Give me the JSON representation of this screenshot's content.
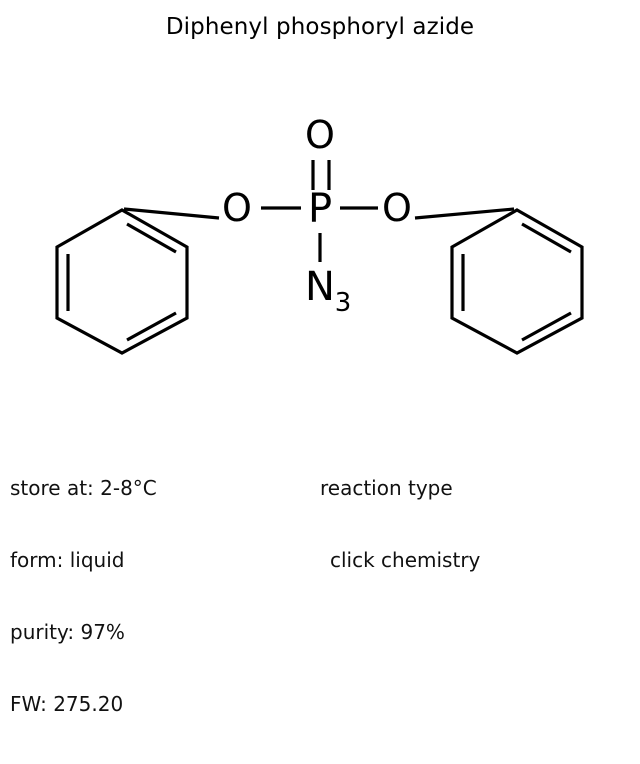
{
  "title": "Diphenyl phosphoryl azide",
  "molecule": {
    "atoms": {
      "oxygen_top": "O",
      "phosphorus": "P",
      "oxygen_left": "O",
      "oxygen_right": "O",
      "azide": "N",
      "azide_subscript": "3"
    },
    "left_ring_name": "phenyl-ring-left",
    "right_ring_name": "phenyl-ring-right"
  },
  "properties": {
    "storage": "store at: 2-8°C",
    "form": "form: liquid",
    "purity": "purity: 97%",
    "formula_weight": "FW: 275.20"
  },
  "reaction": {
    "label": "reaction type",
    "value": "click chemistry"
  },
  "colors": {
    "stroke": "#000000",
    "background": "#ffffff",
    "text": "#111111"
  }
}
